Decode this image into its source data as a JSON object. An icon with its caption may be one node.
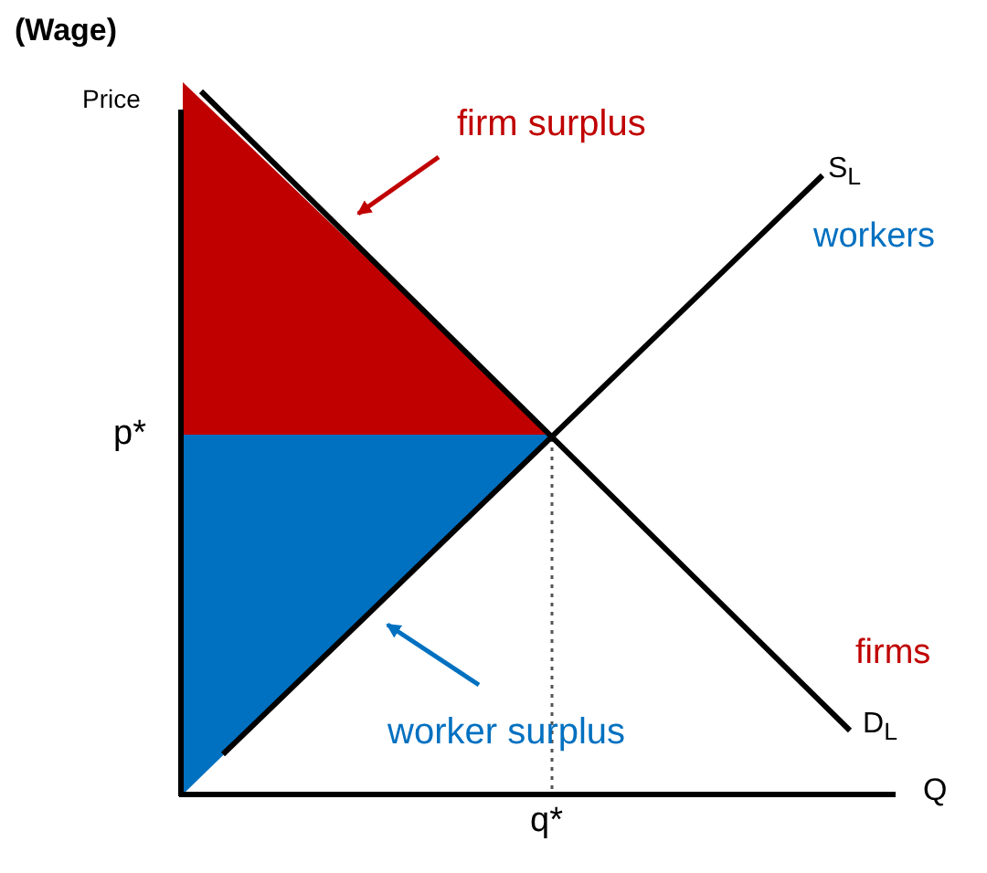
{
  "diagram": {
    "nodes": [
      {
        "text": [
          "firm surplus"
        ]
      },
      {
        "text": [],
        "shape": "triangle"
      },
      {
        "text": [
          "worker surplus"
        ]
      },
      {
        "text": [],
        "shape": "triangle"
      }
    ],
    "edges": [
      {
        "from": 0,
        "to": 1,
        "arrow": "to",
        "color": "#c00000"
      },
      {
        "from": 2,
        "to": 3,
        "arrow": "to",
        "color": "#0070c0"
      }
    ],
    "labels": [
      "(Wage)",
      "Price",
      "S$_{L}$",
      "workers",
      "p*",
      "firms",
      "D$_{L}$",
      "Q",
      "q*"
    ]
  }
}
